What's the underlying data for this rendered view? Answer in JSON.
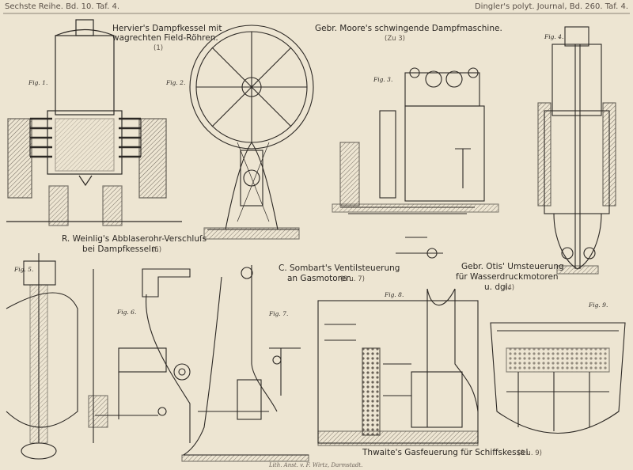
{
  "header": {
    "left": "Sechste Reihe. Bd. 10. Taf. 4.",
    "right": "Dingler's polyt. Journal, Bd. 260. Taf. 4."
  },
  "captions": {
    "hervier": {
      "line1": "Hervier's Dampfkessel mit",
      "line2": "wagrechten Field-Röhren.",
      "ref": "(1)"
    },
    "moore": {
      "title": "Gebr. Moore's schwingende Dampfmaschine.",
      "ref": "(Zu 3)"
    },
    "weinlig": {
      "line1": "R. Weinlig's Abblaserohr-Verschluſs",
      "line2": "bei Dampfkesseln.",
      "ref": "(5)"
    },
    "sombart": {
      "line1": "C. Sombart's Ventilsteuerung",
      "line2": "an Gasmotoren.",
      "ref": "(6 u. 7)"
    },
    "otis": {
      "line1": "Gebr. Otis' Umsteuerung",
      "line2": "für Wasserdruckmotoren",
      "line3": "u. dgl.",
      "ref": "(4)"
    },
    "thwaite": {
      "title": "Thwaite's Gasfeuerung für Schiffskessel.",
      "ref": "(8 u. 9)"
    }
  },
  "figures": [
    "Fig. 1.",
    "Fig. 2.",
    "Fig. 3.",
    "Fig. 4.",
    "Fig. 5.",
    "Fig. 6.",
    "Fig. 7.",
    "Fig. 8.",
    "Fig. 9."
  ],
  "footer": "Lith. Anst. v. F. Wirtz, Darmstadt."
}
